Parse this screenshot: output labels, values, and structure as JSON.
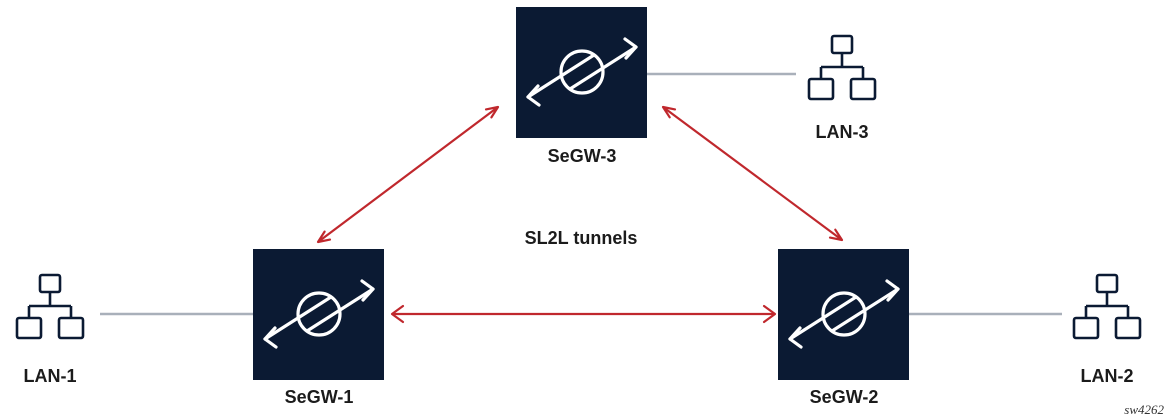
{
  "gateways": {
    "segw1": {
      "label": "SeGW-1"
    },
    "segw2": {
      "label": "SeGW-2"
    },
    "segw3": {
      "label": "SeGW-3"
    }
  },
  "lans": {
    "lan1": {
      "label": "LAN-1"
    },
    "lan2": {
      "label": "LAN-2"
    },
    "lan3": {
      "label": "LAN-3"
    }
  },
  "tunnels": {
    "label": "SL2L tunnels"
  },
  "figure_id": "sw4262",
  "icons": {
    "gateway": "router-loop-icon",
    "lan": "network-tree-icon"
  },
  "colors": {
    "gateway_box": "#0b1a33",
    "tunnel": "#c0282d",
    "lan_link": "#a9b0ba"
  }
}
